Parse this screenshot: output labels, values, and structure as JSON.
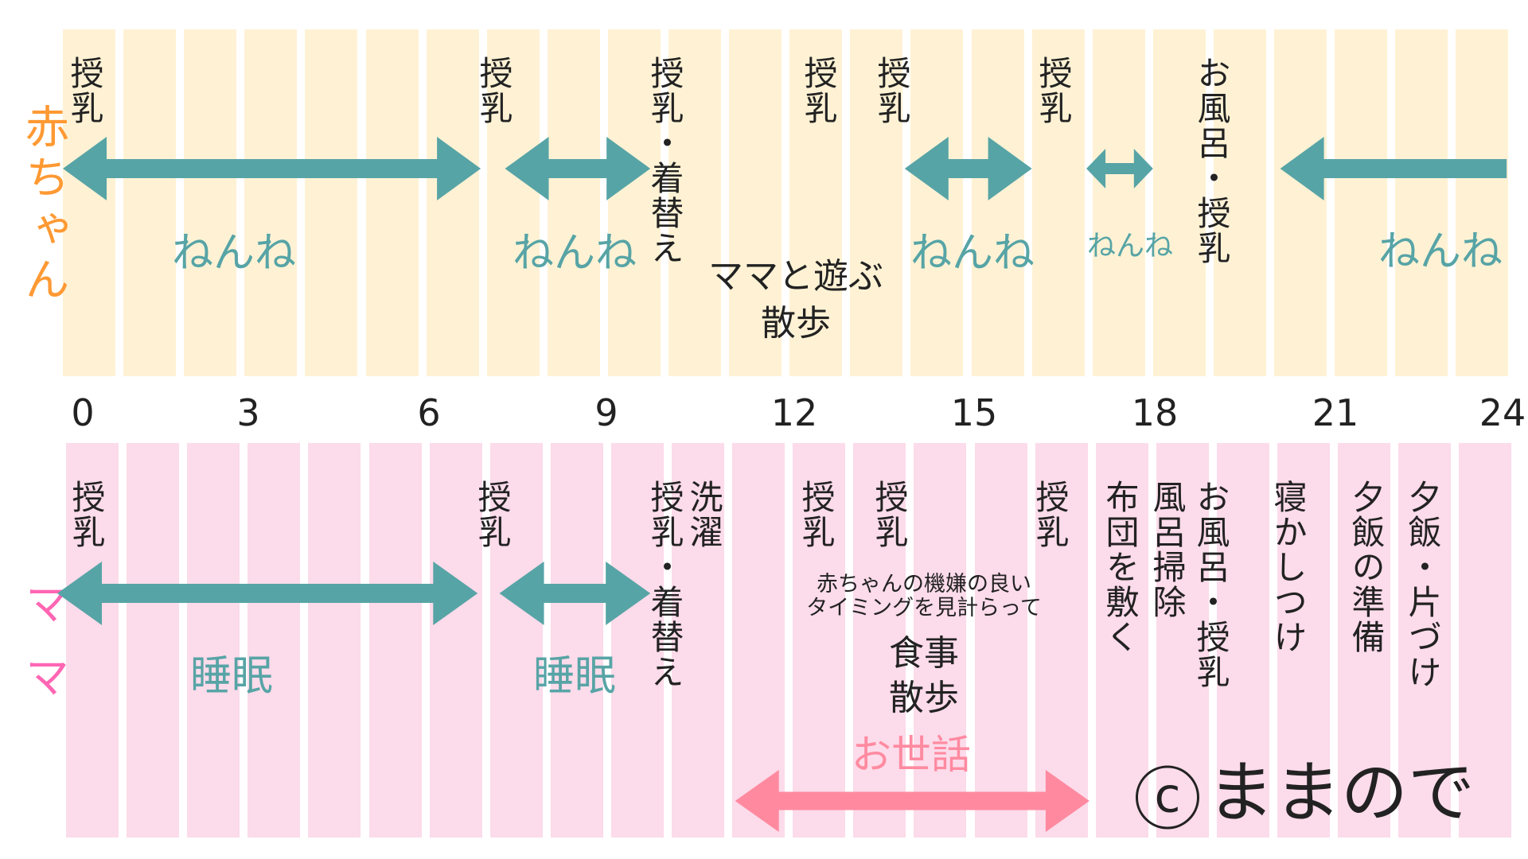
{
  "colors": {
    "baby_bg": "#FFF2D4",
    "mama_bg": "#FCDBEA",
    "baby_label": "#FF9933",
    "mama_label": "#FF66B3",
    "sleep_arrow": "#57A4A6",
    "care_arrow": "#FF8AA0",
    "text": "#222222"
  },
  "axis": {
    "hours_per_column": 1,
    "columns": 24,
    "ticks": [
      "0",
      "3",
      "6",
      "9",
      "12",
      "15",
      "18",
      "21",
      "24"
    ]
  },
  "baby": {
    "row_label": "赤ちゃん",
    "events": [
      {
        "text": "授乳",
        "hour": 0
      },
      {
        "text": "授乳",
        "hour": 7
      },
      {
        "text": "授乳・着替え",
        "hour": 10
      },
      {
        "text": "授乳",
        "hour": 12.5
      },
      {
        "text": "授乳",
        "hour": 13.7
      },
      {
        "text": "授乳",
        "hour": 16.3
      },
      {
        "text": "お風呂・授乳",
        "hour": 19
      }
    ],
    "sleep_label": "ねんね",
    "sleep_periods": [
      {
        "start": 0,
        "end": 6.9,
        "label": "ねんね",
        "heads": "both"
      },
      {
        "start": 7.3,
        "end": 9.7,
        "label": "ねんね",
        "heads": "both"
      },
      {
        "start": 13.9,
        "end": 16.0,
        "label": "ねんね",
        "heads": "both"
      },
      {
        "start": 16.9,
        "end": 18.0,
        "label": "ねんね",
        "heads": "both",
        "small": true
      },
      {
        "start": 20.1,
        "end": 24,
        "label": "ねんね",
        "heads": "left"
      }
    ],
    "activity": {
      "line1": "ママと遊ぶ",
      "line2": "散歩"
    }
  },
  "mama": {
    "row_label": "ママ",
    "events": [
      {
        "text": "授乳",
        "hour": 0
      },
      {
        "text": "授乳",
        "hour": 7
      },
      {
        "text": "授乳・着替え",
        "hour": 10
      },
      {
        "text": "洗濯",
        "hour": 10.6
      },
      {
        "text": "授乳",
        "hour": 12.5
      },
      {
        "text": "授乳",
        "hour": 13.7
      },
      {
        "text": "授乳",
        "hour": 16.3
      },
      {
        "text": "布団を敷く",
        "hour": 17.4
      },
      {
        "text": "風呂掃除",
        "hour": 18.2
      },
      {
        "text": "お風呂・授乳",
        "hour": 19
      },
      {
        "text": "寝かしつけ",
        "hour": 20.2
      },
      {
        "text": "夕飯の準備",
        "hour": 21.5
      },
      {
        "text": "夕飯・片づけ",
        "hour": 22.4
      }
    ],
    "sleep_periods": [
      {
        "start": 0,
        "end": 6.85,
        "label": "睡眠",
        "heads": "both"
      },
      {
        "start": 7.3,
        "end": 9.7,
        "label": "睡眠",
        "heads": "both"
      }
    ],
    "care_period": {
      "start": 11.1,
      "end": 16.95,
      "label": "お世話"
    },
    "note": {
      "line1": "赤ちゃんの機嫌の良い",
      "line2": "タイミングを見計らって"
    },
    "activity": {
      "line1": "食事",
      "line2": "散歩"
    }
  },
  "credit": {
    "mark": "c",
    "text": "ままので"
  }
}
